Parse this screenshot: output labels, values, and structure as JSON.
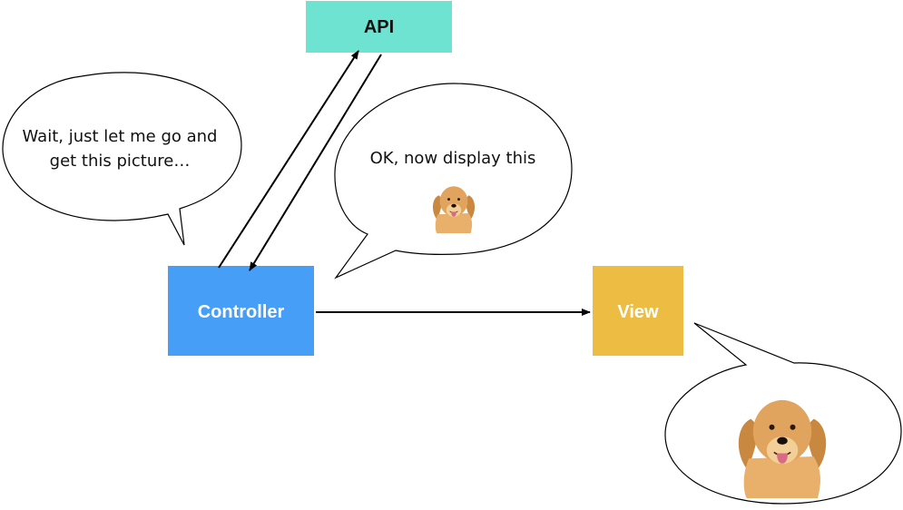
{
  "colors": {
    "api": "#6EE3D2",
    "controller": "#479EF7",
    "view": "#ECBD42",
    "line": "#000000",
    "dog_fur": "#E1A45E",
    "dog_fur_light": "#F3CF98",
    "dog_tongue": "#D96A86"
  },
  "nodes": {
    "api": {
      "label": "API"
    },
    "controller": {
      "label": "Controller"
    },
    "view": {
      "label": "View"
    }
  },
  "bubbles": {
    "wait": {
      "lines": [
        "Wait, just let me go and",
        "get this picture…"
      ]
    },
    "display": {
      "text": "OK, now display this",
      "image_icon": "dog-photo-icon"
    },
    "view": {
      "image_icon": "dog-photo-icon"
    }
  }
}
